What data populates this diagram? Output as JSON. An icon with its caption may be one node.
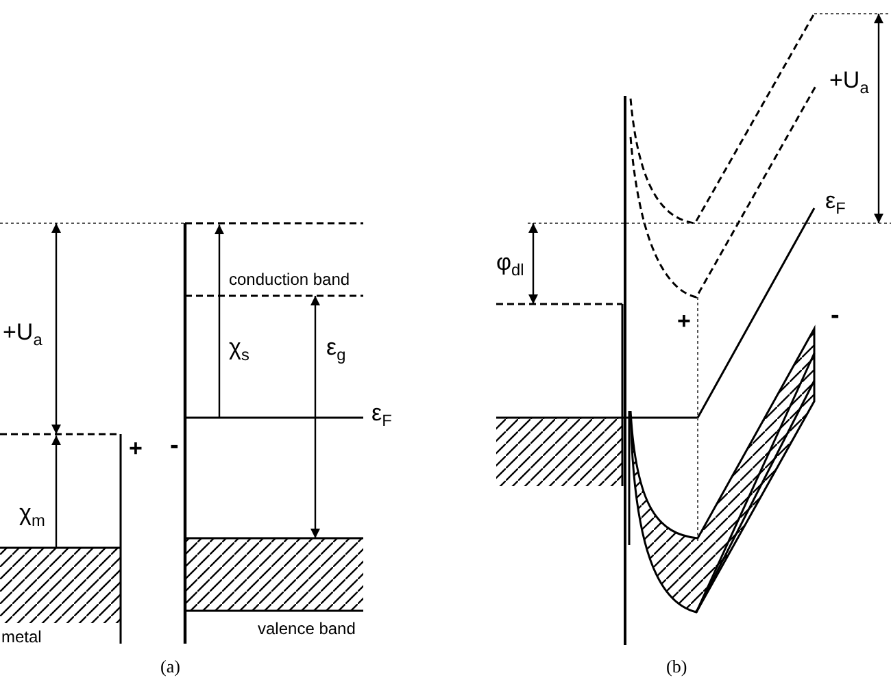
{
  "diagram": {
    "labels": [
      "+U$_{a}$",
      "conduction band",
      "χ$_{s}$",
      "ε$_{g}$",
      "ε$_{F}$",
      "+",
      "-",
      "χ$_{m}$",
      "metal",
      "valence band",
      "(a)",
      "+U$_{a}$",
      "ε$_{F}$",
      "φ$_{dl}$",
      "+",
      "-",
      "(b)"
    ]
  }
}
